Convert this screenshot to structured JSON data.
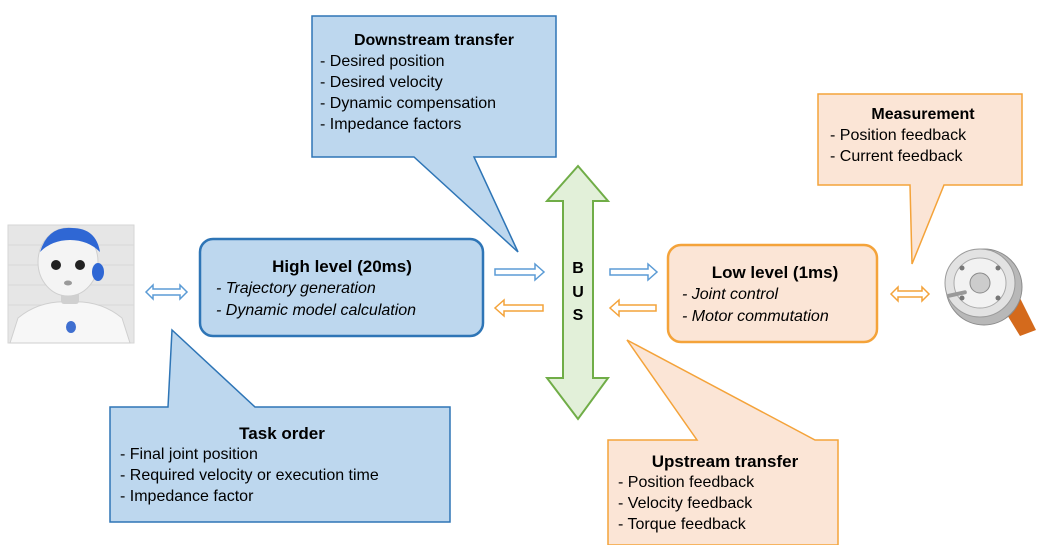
{
  "colors": {
    "blue_fill": "#bdd7ee",
    "blue_stroke": "#2e75b6",
    "blue_arrow": "#5b9bd5",
    "orange_fill": "#fbe5d6",
    "orange_stroke": "#f4a33a",
    "green_fill": "#e2f0d9",
    "green_stroke": "#70ad47"
  },
  "downstream": {
    "title": "Downstream transfer",
    "items": [
      "- Desired position",
      "- Desired velocity",
      "- Dynamic compensation",
      "- Impedance factors"
    ]
  },
  "measurement": {
    "title": "Measurement",
    "items": [
      "- Position feedback",
      "- Current feedback"
    ]
  },
  "high_level": {
    "title": "High level (20ms)",
    "items": [
      "- Trajectory generation",
      "- Dynamic model calculation"
    ]
  },
  "low_level": {
    "title": "Low level (1ms)",
    "items": [
      "- Joint control",
      "- Motor commutation"
    ]
  },
  "bus": {
    "letters": [
      "B",
      "U",
      "S"
    ]
  },
  "task_order": {
    "title": "Task order",
    "items": [
      "- Final joint position",
      "- Required velocity or execution time",
      "- Impedance factor"
    ]
  },
  "upstream": {
    "title": "Upstream transfer",
    "items": [
      "- Position feedback",
      "- Velocity feedback",
      "- Torque feedback"
    ]
  }
}
